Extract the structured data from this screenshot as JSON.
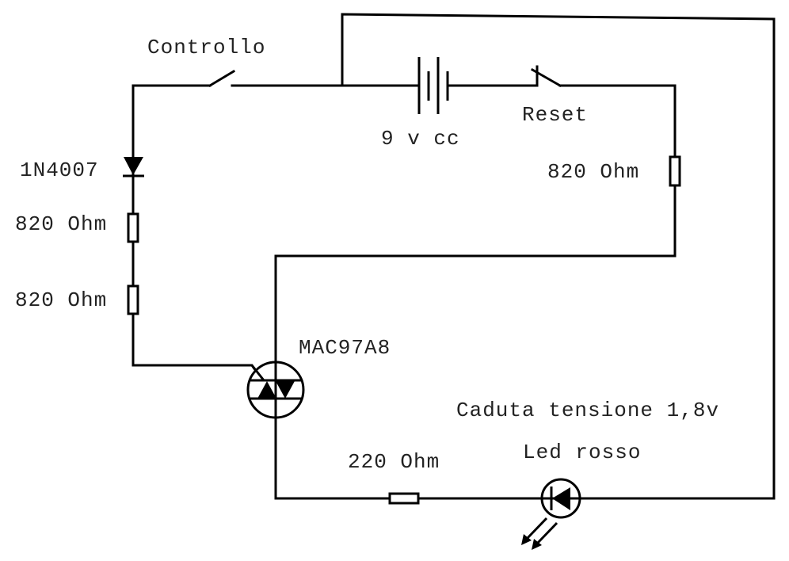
{
  "diagram": {
    "type": "circuit-schematic",
    "colors": {
      "wire": "#000000",
      "text": "#222222",
      "background": "#ffffff"
    },
    "labels": {
      "switch_control": "Controllo",
      "battery": "9 v cc",
      "switch_reset": "Reset",
      "diode": "1N4007",
      "resistor_left_top": "820 Ohm",
      "resistor_left_bottom": "820 Ohm",
      "resistor_right": "820 Ohm",
      "triac": "MAC97A8",
      "voltage_drop": "Caduta tensione 1,8v",
      "led": "Led rosso",
      "resistor_bottom": "220 Ohm"
    },
    "components": [
      {
        "id": "battery",
        "kind": "battery",
        "value": "9 v cc"
      },
      {
        "id": "switch-control",
        "kind": "switch-open",
        "name": "Controllo"
      },
      {
        "id": "switch-reset",
        "kind": "switch-open",
        "name": "Reset"
      },
      {
        "id": "diode",
        "kind": "diode",
        "part": "1N4007"
      },
      {
        "id": "r1",
        "kind": "resistor",
        "value": "820 Ohm"
      },
      {
        "id": "r2",
        "kind": "resistor",
        "value": "820 Ohm"
      },
      {
        "id": "r3",
        "kind": "resistor",
        "value": "820 Ohm"
      },
      {
        "id": "triac",
        "kind": "triac",
        "part": "MAC97A8"
      },
      {
        "id": "r4",
        "kind": "resistor",
        "value": "220 Ohm"
      },
      {
        "id": "led",
        "kind": "led",
        "name": "Led rosso",
        "drop": "1,8v"
      }
    ]
  }
}
